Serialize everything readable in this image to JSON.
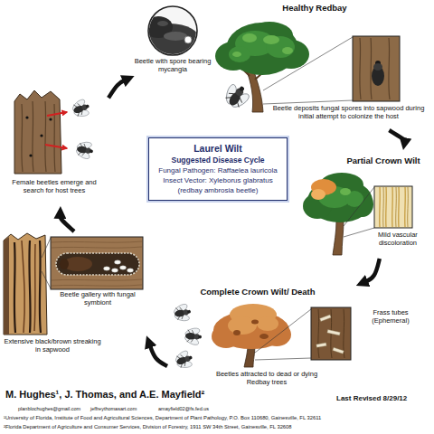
{
  "diagram": {
    "nodes": [
      {
        "text": [
          "Beetle with spore bearing mycangia"
        ]
      },
      {
        "text": [
          "Healthy Redbay",
          "Beetle deposits fungal spores into sapwood during initial attempt to colonize the host"
        ]
      },
      {
        "text": [
          "Partial Crown Wilt",
          "Mild vascular discoloration"
        ]
      },
      {
        "text": [
          "Complete Crown Wilt/ Death",
          "Frass tubes (Ephemeral)",
          "Beetles attracted to dead or dying Redbay trees"
        ]
      },
      {
        "text": [
          "Beetle gallery with fungal symbiont",
          "Extensive black/brown streaking in sapwood"
        ]
      },
      {
        "text": [
          "Female beetles emerge and search for host trees"
        ]
      },
      {
        "text": [
          "Laurel Wilt",
          "Suggested Disease Cycle",
          "Fungal Pathogen: Raffaelea lauricola",
          "Insect Vector: Xyleborus glabratus",
          "(redbay ambrosia beetle)"
        ]
      }
    ],
    "edges": [
      {
        "from": 1,
        "to": 2,
        "arrow": "to"
      },
      {
        "from": 2,
        "to": 3,
        "arrow": "to"
      },
      {
        "from": 3,
        "to": 4,
        "arrow": "to"
      },
      {
        "from": 4,
        "to": 5,
        "arrow": "to"
      },
      {
        "from": 5,
        "to": 0,
        "arrow": "to"
      }
    ],
    "labels": [
      "M. Hughes¹, J. Thomas, and A.E. Mayfield²",
      "planblochughes@gmail.com",
      "jeffreythomasart.com",
      "amayfield02@fs.fed.us",
      "Last Revised 8/29/12",
      "¹University of Florida, Institute of Food and Agricultural Sciences, Department of Plant Pathology, P.O. Box 110680, Gainesville, FL 32611",
      "²Florida Department of Agriculture and Consumer Services, Division of Forestry, 1911 SW 34th Street, Gainesville, FL 32608"
    ]
  }
}
